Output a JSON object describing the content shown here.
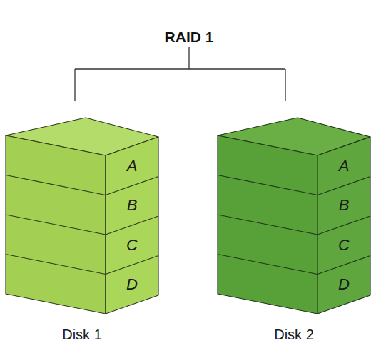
{
  "diagram": {
    "title": "RAID 1",
    "nodes": [
      {
        "text": [
          "Disk 1"
        ]
      },
      {
        "text": [
          "A"
        ],
        "in": 0
      },
      {
        "text": [
          "B"
        ],
        "in": 0
      },
      {
        "text": [
          "C"
        ],
        "in": 0
      },
      {
        "text": [
          "D"
        ],
        "in": 0
      },
      {
        "text": [
          "Disk 2"
        ]
      },
      {
        "text": [
          "A"
        ],
        "in": 5
      },
      {
        "text": [
          "B"
        ],
        "in": 5
      },
      {
        "text": [
          "C"
        ],
        "in": 5
      },
      {
        "text": [
          "D"
        ],
        "in": 5
      }
    ]
  }
}
